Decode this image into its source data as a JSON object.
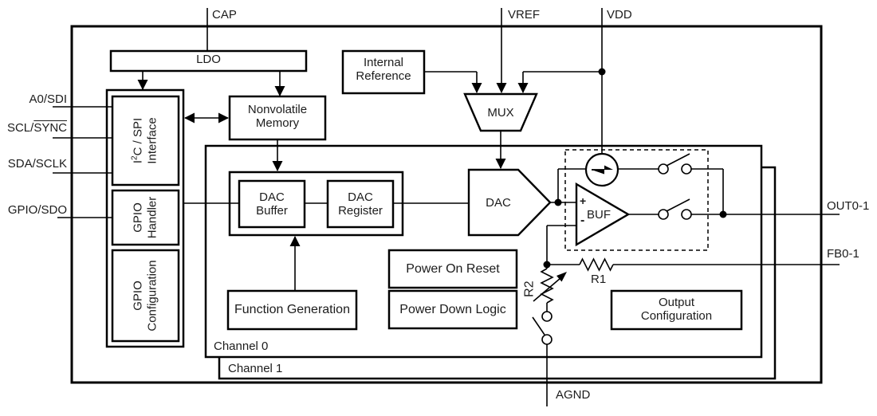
{
  "pins": {
    "cap": "CAP",
    "vref": "VREF",
    "vdd": "VDD",
    "a0_sdi": "A0/SDI",
    "scl_prefix": "SCL/",
    "scl_overline": "SYNC",
    "sda_sclk": "SDA/SCLK",
    "gpio_sdo": "GPIO/SDO",
    "out": "OUT0-1",
    "fb": "FB0-1",
    "agnd": "AGND"
  },
  "blocks": {
    "ldo": "LDO",
    "internal_reference": {
      "line1": "Internal",
      "line2": "Reference"
    },
    "mux": "MUX",
    "nonvolatile_memory": {
      "line1": "Nonvolatile",
      "line2": "Memory"
    },
    "i2c_spi_interface": {
      "pre": "I",
      "sup": "2",
      "post": "C / SPI",
      "line2": "Interface"
    },
    "gpio_handler": {
      "line1": "GPIO",
      "line2": "Handler"
    },
    "gpio_configuration": {
      "line1": "GPIO",
      "line2": "Configuration"
    },
    "dac_buffer": {
      "line1": "DAC",
      "line2": "Buffer"
    },
    "dac_register": {
      "line1": "DAC",
      "line2": "Register"
    },
    "dac": "DAC",
    "buffer_amp": {
      "label": "BUF",
      "plus": "+",
      "minus": "-"
    },
    "power_on_reset": "Power On Reset",
    "power_down_logic": "Power Down Logic",
    "function_generation": "Function Generation",
    "output_configuration": {
      "line1": "Output",
      "line2": "Configuration"
    },
    "channel0": "Channel 0",
    "channel1": "Channel 1"
  },
  "components": {
    "r1": "R1",
    "r2": "R2"
  },
  "colors": {
    "line": "#000000",
    "text": "#1c1c1c",
    "background": "#ffffff"
  }
}
